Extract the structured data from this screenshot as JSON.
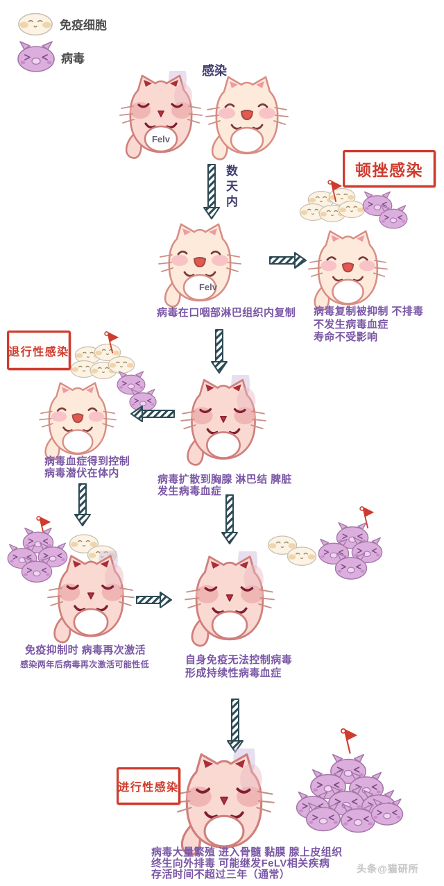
{
  "legend": {
    "immune_cell_label": "免疫细胞",
    "virus_label": "病毒"
  },
  "labels": {
    "infection": "感染",
    "within_days": "数天内",
    "felv": "Felv"
  },
  "abortive": {
    "box": "顿挫感染",
    "caption": "病毒在口咽部淋巴组织内复制",
    "outcome_lines": [
      "病毒复制被抑制 不排毒",
      "不发生病毒血症",
      "寿命不受影响"
    ]
  },
  "regressive": {
    "box": "退行性感染",
    "controlled_lines": [
      "病毒血症得到控制",
      "病毒潜伏在体内"
    ],
    "spread_lines": [
      "病毒扩散到胸腺 淋巴结 脾脏",
      "发生病毒血症"
    ],
    "reactivation_main": "免疫抑制时 病毒再次激活",
    "reactivation_note": "感染两年后病毒再次激活可能性低"
  },
  "persistent": {
    "lines": [
      "自身免疫无法控制病毒",
      "形成持续性病毒血症"
    ]
  },
  "progressive": {
    "box": "进行性感染",
    "lines": [
      "病毒大量繁殖 进入骨髓 黏膜 腺上皮组织",
      "终生向外排毒 可能继发FeLV相关疾病",
      "存活时间不超过三年（通常）"
    ]
  },
  "watermark": "头条@猫研所",
  "colors": {
    "text_purple": "#7a57a5",
    "text_navy": "#3e3c6d",
    "accent_red": "#cf3b2e",
    "arrow_teal": "#2c4a54",
    "cat_cream": "#fdeadb",
    "cat_sick_pink": "#f9d9d2",
    "virus_purple": "#dcaede",
    "immune_cell_cream": "#fcf3e4"
  }
}
